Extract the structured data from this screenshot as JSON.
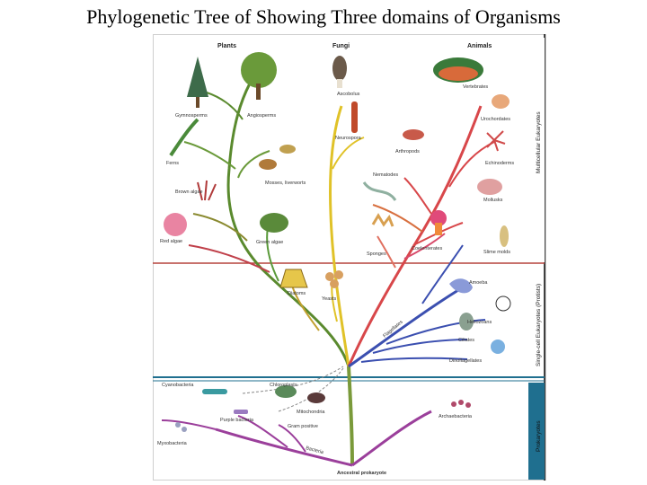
{
  "title": "Phylogenetic Tree of Showing Three domains of Organisms",
  "groups": {
    "plants": "Plants",
    "fungi": "Fungi",
    "animals": "Animals"
  },
  "bands": {
    "multicellular": "Multicellular Eukaryotes",
    "single_celled": "Single-cell Eukaryotes (Protists)",
    "prokaryotes": "Prokaryotes"
  },
  "labels": {
    "gymnosperms": "Gymnosperms",
    "angiosperms": "Angiosperms",
    "ferns": "Ferns",
    "brown_algae": "Brown algae",
    "mosses": "Mosses, liverworts",
    "red_algae": "Red algae",
    "green_algae": "Green algae",
    "diatoms": "Diatoms",
    "yeasts": "Yeasts",
    "ascobolus": "Ascobolus",
    "neurospora": "Neurospora",
    "vertebrates": "Vertebrates",
    "urochordates": "Urochordates",
    "arthropods": "Arthropods",
    "echinoderms": "Echinoderms",
    "nematodes": "Nematodes",
    "mollusks": "Mollusks",
    "sponges": "Sponges",
    "coelenterates": "Coelenterates",
    "slime_molds": "Slime molds",
    "amoeba": "Amoeba",
    "heliozoans": "Heliozoans",
    "ciliates": "Ciliates",
    "dinoflagellates": "Dinoflagellates",
    "flagellates": "Flagellates",
    "cyanobacteria": "Cyanobacteria",
    "chloroplasts": "Chloroplasts",
    "mitochondria": "Mitochondria",
    "purple_bacteria": "Purple bacteria",
    "gram_positive": "Gram positive",
    "myxobacteria": "Myxobacteria",
    "bacteria": "Bacteria",
    "archaebacteria": "Archaebacteria",
    "ancestral": "Ancestral prokaryote"
  },
  "colors": {
    "band_line": "#b5443d",
    "prokaryote_band": "#1f6f8f",
    "plant_branch": "#5a8a2e",
    "fungi_branch": "#e0c228",
    "animal_branch": "#d8474a",
    "protist_branch": "#3b4fb0",
    "bacteria_branch": "#9b3f9b"
  }
}
